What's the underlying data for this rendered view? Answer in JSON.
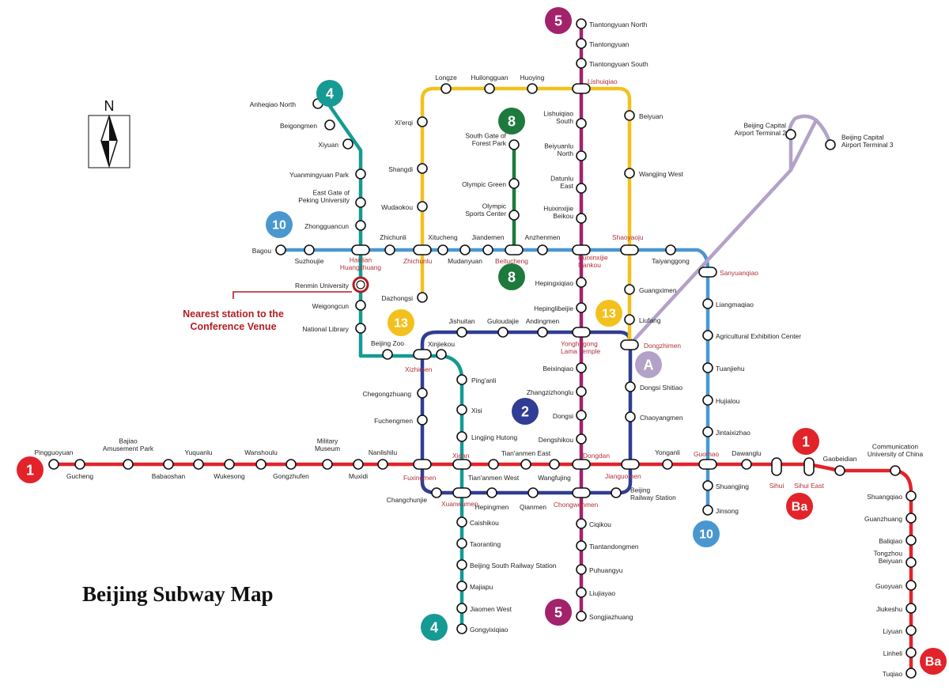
{
  "map": {
    "title": "Beijing Subway Map",
    "north_label": "N",
    "highlight_note": [
      "Nearest station to the",
      "Conference Venue"
    ],
    "highlight_station": "Renmin University",
    "line_colors": {
      "line1": "#e2232a",
      "line2": "#2f3d94",
      "line4": "#159a94",
      "line5": "#a3226c",
      "line8": "#1d7a3c",
      "line10": "#4a97d0",
      "line13": "#f3c11d",
      "airport": "#b3a2c8",
      "batong": "#e2232a",
      "highlight": "#b01e24"
    },
    "line_badges": [
      {
        "id": "line4-top",
        "text": "4"
      },
      {
        "id": "line4-bottom",
        "text": "4"
      },
      {
        "id": "line5-top",
        "text": "5"
      },
      {
        "id": "line5-bottom",
        "text": "5"
      },
      {
        "id": "line8-top",
        "text": "8"
      },
      {
        "id": "line8-mid",
        "text": "8"
      },
      {
        "id": "line10-left",
        "text": "10"
      },
      {
        "id": "line10-bottom",
        "text": "10"
      },
      {
        "id": "line13-left",
        "text": "13"
      },
      {
        "id": "line13-right",
        "text": "13"
      },
      {
        "id": "line2-center",
        "text": "2"
      },
      {
        "id": "line1-left",
        "text": "1"
      },
      {
        "id": "line1-right",
        "text": "1"
      },
      {
        "id": "airport",
        "text": "A"
      },
      {
        "id": "batong-mid",
        "text": "Ba"
      },
      {
        "id": "batong-end",
        "text": "Ba"
      }
    ],
    "stations": [
      {
        "id": "tiantongyuan-north",
        "label": [
          "Tiantongyuan North"
        ]
      },
      {
        "id": "tiantongyuan",
        "label": [
          "Tiantongyuan"
        ]
      },
      {
        "id": "tiantongyuan-south",
        "label": [
          "Tiantongyuan South"
        ]
      },
      {
        "id": "lishuiqiao",
        "label": [
          "Lishuiqiao"
        ],
        "transfer": true
      },
      {
        "id": "lishuiqiao-south",
        "label": [
          "Lishuiqiao",
          "South"
        ]
      },
      {
        "id": "beiyuanlu-north",
        "label": [
          "Beiyuanlu",
          "North"
        ]
      },
      {
        "id": "datunlu-east",
        "label": [
          "Datunlu",
          "East"
        ]
      },
      {
        "id": "huixinxijie-beikou",
        "label": [
          "Huixinxijie",
          "Beikou"
        ]
      },
      {
        "id": "huixinxijie-nankou",
        "label": [
          "Huixinxijie",
          "Nankou"
        ],
        "transfer": true
      },
      {
        "id": "hepingxiqiao",
        "label": [
          "Hepingxiqiao"
        ]
      },
      {
        "id": "hepinglibeijie",
        "label": [
          "Hepinglibeijie"
        ]
      },
      {
        "id": "yonghegong",
        "label": [
          "Yonghegong",
          "Lama Temple"
        ],
        "transfer": true
      },
      {
        "id": "beixinqiao",
        "label": [
          "Beixinqiao"
        ]
      },
      {
        "id": "zhangzizhonglu",
        "label": [
          "Zhangzizhonglu"
        ]
      },
      {
        "id": "dongsi",
        "label": [
          "Dongsi"
        ]
      },
      {
        "id": "dengshikou",
        "label": [
          "Dengshikou"
        ]
      },
      {
        "id": "dongdan",
        "label": [
          "Dongdan"
        ],
        "transfer": true
      },
      {
        "id": "chongwenmen",
        "label": [
          "Chongwenmen"
        ],
        "transfer": true
      },
      {
        "id": "ciqikou",
        "label": [
          "Ciqikou"
        ]
      },
      {
        "id": "tiantandongmen",
        "label": [
          "Tiantandongmen"
        ]
      },
      {
        "id": "puhuangyu",
        "label": [
          "Puhuangyu"
        ]
      },
      {
        "id": "liujiayao",
        "label": [
          "Liujiayao"
        ]
      },
      {
        "id": "songjiazhuang",
        "label": [
          "Songjiazhuang"
        ]
      },
      {
        "id": "anheqiao-north",
        "label": [
          "Anheqiao North"
        ]
      },
      {
        "id": "beigongmen",
        "label": [
          "Beigongmen"
        ]
      },
      {
        "id": "xiyuan",
        "label": [
          "Xiyuan"
        ]
      },
      {
        "id": "yuanmingyuan-park",
        "label": [
          "Yuanmingyuan Park"
        ]
      },
      {
        "id": "east-gate-peking-university",
        "label": [
          "East Gate of",
          "Peking University"
        ]
      },
      {
        "id": "zhongguancun",
        "label": [
          "Zhongguancun"
        ]
      },
      {
        "id": "haidian-huangzhuang",
        "label": [
          "Haidian",
          "Huangzhuang"
        ],
        "transfer": true
      },
      {
        "id": "renmin-university",
        "label": [
          "Renmin University"
        ]
      },
      {
        "id": "weigongcun",
        "label": [
          "Weigongcun"
        ]
      },
      {
        "id": "national-library",
        "label": [
          "National Library"
        ]
      },
      {
        "id": "beijing-zoo",
        "label": [
          "Beijing Zoo"
        ]
      },
      {
        "id": "xizhimen",
        "label": [
          "Xizhimen"
        ],
        "transfer": true
      },
      {
        "id": "xinjiekou",
        "label": [
          "Xinjiekou"
        ]
      },
      {
        "id": "pinganli",
        "label": [
          "Ping'anli"
        ]
      },
      {
        "id": "xisi",
        "label": [
          "Xisi"
        ]
      },
      {
        "id": "lingjing-hutong",
        "label": [
          "Lingjing Hutong"
        ]
      },
      {
        "id": "xidan",
        "label": [
          "Xidan"
        ],
        "transfer": true
      },
      {
        "id": "xuanwumen",
        "label": [
          "Xuanwumen"
        ],
        "transfer": true
      },
      {
        "id": "caishikou",
        "label": [
          "Caishikou"
        ]
      },
      {
        "id": "taoranting",
        "label": [
          "Taoranting"
        ]
      },
      {
        "id": "beijing-south-railway-station",
        "label": [
          "Beijing South Railway Station"
        ]
      },
      {
        "id": "majiapu",
        "label": [
          "Majiapu"
        ]
      },
      {
        "id": "jiaomen-west",
        "label": [
          "Jiaomen West"
        ]
      },
      {
        "id": "gongyixiqiao",
        "label": [
          "Gongyixiqiao"
        ]
      },
      {
        "id": "longze",
        "label": [
          "Longze"
        ]
      },
      {
        "id": "huilongguan",
        "label": [
          "Huilongguan"
        ]
      },
      {
        "id": "huoying",
        "label": [
          "Huoying"
        ]
      },
      {
        "id": "xierqi",
        "label": [
          "Xi'erqi"
        ]
      },
      {
        "id": "shangdi",
        "label": [
          "Shangdi"
        ]
      },
      {
        "id": "wudaokou",
        "label": [
          "Wudaokou"
        ]
      },
      {
        "id": "zhichunlu",
        "label": [
          "Zhichunlu"
        ],
        "transfer": true
      },
      {
        "id": "dazhongsi",
        "label": [
          "Dazhongsi"
        ]
      },
      {
        "id": "beiyuan",
        "label": [
          "Beiyuan"
        ]
      },
      {
        "id": "wangjing-west",
        "label": [
          "Wangjing West"
        ]
      },
      {
        "id": "shaoyaoju",
        "label": [
          "Shaoyaoju"
        ],
        "transfer": true
      },
      {
        "id": "guangximen",
        "label": [
          "Guangximen"
        ]
      },
      {
        "id": "liufang",
        "label": [
          "Liufang"
        ]
      },
      {
        "id": "dongzhimen",
        "label": [
          "Dongzhimen"
        ],
        "transfer": true
      },
      {
        "id": "south-gate-forest-park",
        "label": [
          "South Gate of",
          "Forest Park"
        ]
      },
      {
        "id": "olympic-green",
        "label": [
          "Olympic Green"
        ]
      },
      {
        "id": "olympic-sports-center",
        "label": [
          "Olympic",
          "Sports Center"
        ]
      },
      {
        "id": "beitucheng",
        "label": [
          "Beitucheng"
        ],
        "transfer": true
      },
      {
        "id": "bagou",
        "label": [
          "Bagou"
        ]
      },
      {
        "id": "suzhoujie",
        "label": [
          "Suzhoujie"
        ]
      },
      {
        "id": "zhichunli",
        "label": [
          "Zhichunli"
        ]
      },
      {
        "id": "xitucheng",
        "label": [
          "Xitucheng"
        ]
      },
      {
        "id": "mudanyuan",
        "label": [
          "Mudanyuan"
        ]
      },
      {
        "id": "jiandemen",
        "label": [
          "Jiandemen"
        ]
      },
      {
        "id": "anzhenmen",
        "label": [
          "Anzhenmen"
        ]
      },
      {
        "id": "taiyanggong",
        "label": [
          "Taiyanggong"
        ]
      },
      {
        "id": "sanyuanqiao",
        "label": [
          "Sanyuanqiao"
        ],
        "transfer": true
      },
      {
        "id": "liangmaqiao",
        "label": [
          "Liangmaqiao"
        ]
      },
      {
        "id": "agricultural-exhibition-center",
        "label": [
          "Agricultural Exhibition Center"
        ]
      },
      {
        "id": "tuanjiehu",
        "label": [
          "Tuanjiehu"
        ]
      },
      {
        "id": "hujialou",
        "label": [
          "Hujialou"
        ]
      },
      {
        "id": "jintaixizhao",
        "label": [
          "Jintaixizhao"
        ]
      },
      {
        "id": "guomao",
        "label": [
          "Guomao"
        ],
        "transfer": true
      },
      {
        "id": "shuangjing",
        "label": [
          "Shuangjing"
        ]
      },
      {
        "id": "jinsong",
        "label": [
          "Jinsong"
        ]
      },
      {
        "id": "jishuitan",
        "label": [
          "Jishuitan"
        ]
      },
      {
        "id": "guloudajie",
        "label": [
          "Guloudajie"
        ]
      },
      {
        "id": "andingmen",
        "label": [
          "Andingmen"
        ]
      },
      {
        "id": "dongsi-shitiao",
        "label": [
          "Dongsi Shitiao"
        ]
      },
      {
        "id": "chaoyangmen",
        "label": [
          "Chaoyangmen"
        ]
      },
      {
        "id": "jianguomen",
        "label": [
          "Jianguomen"
        ],
        "transfer": true
      },
      {
        "id": "beijing-railway-station",
        "label": [
          "Beijing",
          "Railway Station"
        ]
      },
      {
        "id": "qianmen",
        "label": [
          "Qianmen"
        ]
      },
      {
        "id": "hepingmen",
        "label": [
          "Hepingmen"
        ]
      },
      {
        "id": "changchunjie",
        "label": [
          "Changchunjie"
        ]
      },
      {
        "id": "fuxingmen",
        "label": [
          "Fuxingmen"
        ],
        "transfer": true
      },
      {
        "id": "fuchengmen",
        "label": [
          "Fuchengmen"
        ]
      },
      {
        "id": "chegongzhuang",
        "label": [
          "Chegongzhuang"
        ]
      },
      {
        "id": "pingguoyuan",
        "label": [
          "Pingguoyuan"
        ]
      },
      {
        "id": "gucheng",
        "label": [
          "Gucheng"
        ]
      },
      {
        "id": "bajiao-amusement-park",
        "label": [
          "Bajiao",
          "Amusement Park"
        ]
      },
      {
        "id": "babaoshan",
        "label": [
          "Babaoshan"
        ]
      },
      {
        "id": "yuquanlu",
        "label": [
          "Yuquanlu"
        ]
      },
      {
        "id": "wukesong",
        "label": [
          "Wukesong"
        ]
      },
      {
        "id": "wanshoulu",
        "label": [
          "Wanshoulu"
        ]
      },
      {
        "id": "gongzhufen",
        "label": [
          "Gongzhufen"
        ]
      },
      {
        "id": "military-museum",
        "label": [
          "Military",
          "Museum"
        ]
      },
      {
        "id": "muxidi",
        "label": [
          "Muxidi"
        ]
      },
      {
        "id": "nanlishilu",
        "label": [
          "Nanlishilu"
        ]
      },
      {
        "id": "tiananmen-west",
        "label": [
          "Tian'anmen West"
        ]
      },
      {
        "id": "tiananmen-east",
        "label": [
          "Tian'anmen East"
        ]
      },
      {
        "id": "wangfujing",
        "label": [
          "Wangfujing"
        ]
      },
      {
        "id": "yonganli",
        "label": [
          "Yonganli"
        ]
      },
      {
        "id": "dawanglu",
        "label": [
          "Dawanglu"
        ]
      },
      {
        "id": "sihui",
        "label": [
          "Sihui"
        ],
        "transfer": true
      },
      {
        "id": "sihui-east",
        "label": [
          "Sihui East"
        ],
        "transfer": true
      },
      {
        "id": "gaobeidian",
        "label": [
          "Gaobeidian"
        ]
      },
      {
        "id": "communication-university",
        "label": [
          "Communication",
          "University of China"
        ]
      },
      {
        "id": "shuangqiao",
        "label": [
          "Shuangqiao"
        ]
      },
      {
        "id": "guanzhuang",
        "label": [
          "Guanzhuang"
        ]
      },
      {
        "id": "baliqiao",
        "label": [
          "Baliqiao"
        ]
      },
      {
        "id": "tongzhou-beiyuan",
        "label": [
          "Tongzhou",
          "Beiyuan"
        ]
      },
      {
        "id": "guoyuan",
        "label": [
          "Guoyuan"
        ]
      },
      {
        "id": "jiukeshu",
        "label": [
          "Jiukeshu"
        ]
      },
      {
        "id": "liyuan",
        "label": [
          "Liyuan"
        ]
      },
      {
        "id": "linheli",
        "label": [
          "Linheli"
        ]
      },
      {
        "id": "tuqiao",
        "label": [
          "Tuqiao"
        ]
      },
      {
        "id": "airport-terminal-2",
        "label": [
          "Beijing Capital",
          "Airport Terminal 2"
        ]
      },
      {
        "id": "airport-terminal-3",
        "label": [
          "Beijing Capital",
          "Airport Terminal 3"
        ]
      }
    ]
  }
}
